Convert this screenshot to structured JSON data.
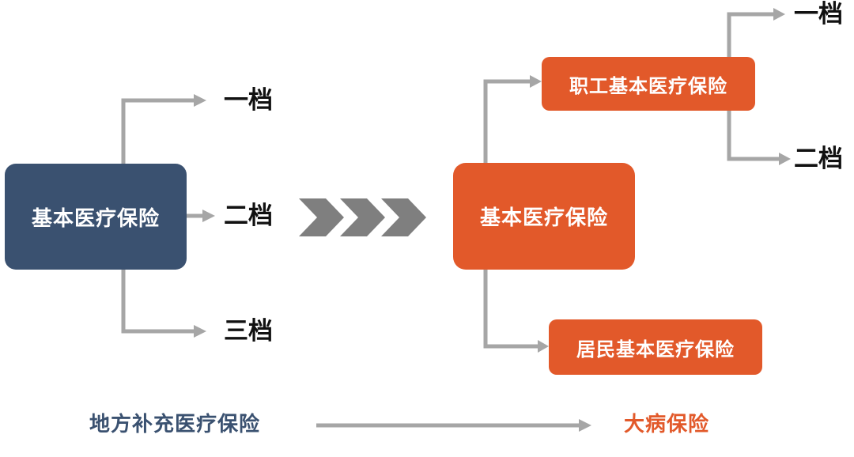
{
  "left": {
    "box_label": "基本医疗保险",
    "tiers": [
      "一档",
      "二档",
      "三档"
    ]
  },
  "right": {
    "main_label": "基本医疗保险",
    "employee_label": "职工基本医疗保险",
    "employee_tiers": [
      "一档",
      "二档"
    ],
    "resident_label": "居民基本医疗保险"
  },
  "bottom": {
    "supplementary_label": "地方补充医疗保险",
    "critical_label": "大病保险"
  },
  "colors": {
    "navy": "#3a5170",
    "orange": "#e2592a",
    "connector_gray": "#a6a6a6",
    "chevron_gray": "#7f7f7f"
  }
}
